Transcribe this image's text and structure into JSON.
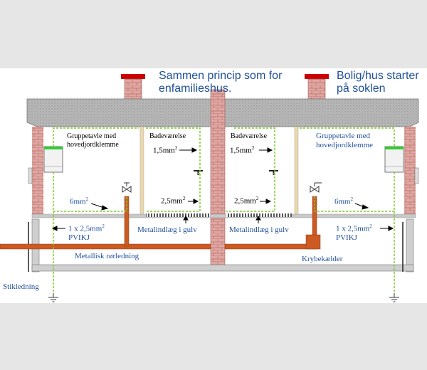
{
  "header": {
    "left_title_line1": "Sammen princip som for",
    "left_title_line2": "enfamilieshus.",
    "right_title_line1": "Bolig/hus starter",
    "right_title_line2": "på soklen"
  },
  "labels": {
    "panel_left_line1": "Gruppetavle med",
    "panel_left_line2": "hovedjordklemme",
    "panel_right_line1": "Gruppetavle med",
    "panel_right_line2": "hovedjordklemme",
    "bathroom_left": "Badeværelse",
    "bathroom_right": "Badeværelse",
    "wire_small_left": "1,5mm",
    "wire_small_right": "1,5mm",
    "wire_mid_left": "2,5mm",
    "wire_mid_right": "2,5mm",
    "wire_large_left": "6mm",
    "wire_large_right": "6mm",
    "superscript": "2",
    "pvikj_left_line1": "1 x 2,5mm",
    "pvikj_left_line2": "PVIKJ",
    "pvikj_right_line1": "1 x 2,5mm",
    "pvikj_right_line2": "PVIKJ",
    "floor_left": "Metalindlæg i gulv",
    "floor_right": "Metalindlæg i gulv",
    "pipe": "Metallisk rørledning",
    "crawlspace": "Krybekælder",
    "service_line": "Stikledning"
  },
  "colors": {
    "roof": "#b9b9b9",
    "brick": "#e0a7a2",
    "chimney_cap": "#cc0000",
    "pipe": "#cc5a22",
    "ground_wire": "#7fcc2a",
    "panel_top": "#33cc33",
    "text_blue": "#1f4f9a",
    "foundation": "#cfcfcf"
  }
}
